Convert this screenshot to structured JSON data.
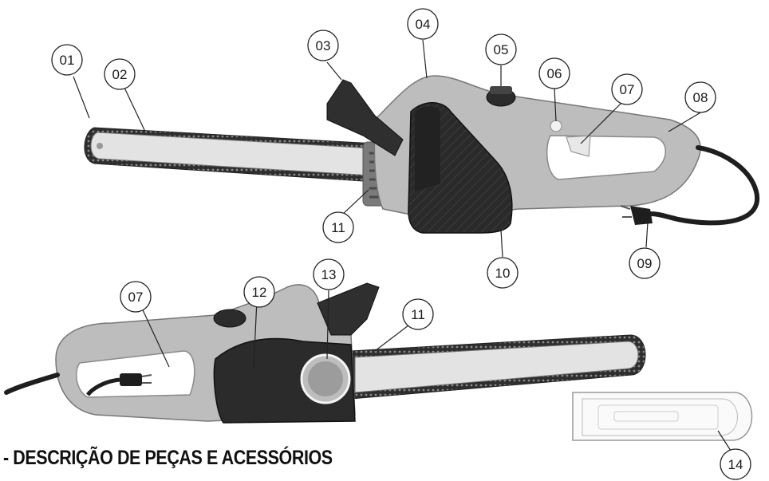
{
  "caption": "- DESCRIÇÃO DE PEÇAS E ACESSÓRIOS",
  "callouts": {
    "c01_top": "01",
    "c02_top": "02",
    "c03_top": "03",
    "c04_top": "04",
    "c05_top": "05",
    "c06_top": "06",
    "c07_top": "07",
    "c08_top": "08",
    "c09_top": "09",
    "c10_top": "10",
    "c11_top": "11",
    "c07_bottom": "07",
    "c12_bottom": "12",
    "c13_bottom": "13",
    "c11_bottom": "11",
    "c14_cover": "14"
  },
  "colors": {
    "body_gray": "#b9b9b9",
    "dark_cover": "#2a2a2a",
    "blade": "#e0e0e0",
    "chain": "#3a3a3a"
  }
}
